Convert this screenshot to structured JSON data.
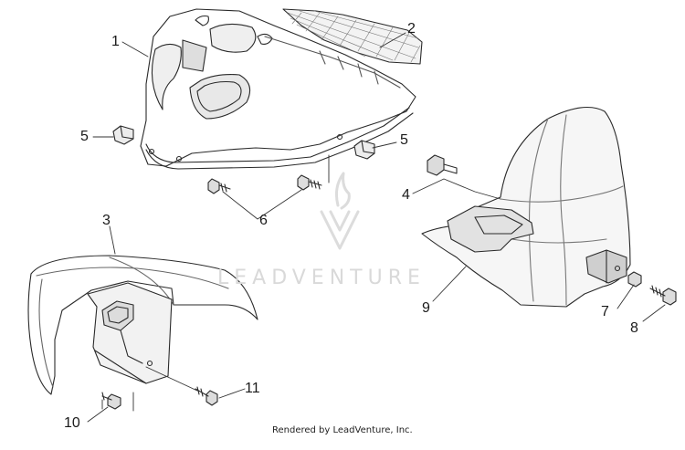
{
  "diagram": {
    "callouts": [
      {
        "id": "c1",
        "label": "1"
      },
      {
        "id": "c2",
        "label": "2"
      },
      {
        "id": "c3",
        "label": "3"
      },
      {
        "id": "c4",
        "label": "4"
      },
      {
        "id": "c5a",
        "label": "5"
      },
      {
        "id": "c5b",
        "label": "5"
      },
      {
        "id": "c6",
        "label": "6"
      },
      {
        "id": "c7",
        "label": "7"
      },
      {
        "id": "c8",
        "label": "8"
      },
      {
        "id": "c9",
        "label": "9"
      },
      {
        "id": "c10",
        "label": "10"
      },
      {
        "id": "c11",
        "label": "11"
      }
    ],
    "watermark": "LEADVENTURE",
    "credit": "Rendered by LeadVenture, Inc.",
    "colors": {
      "stroke": "#2a2a2a",
      "shade": "#e4e4e4",
      "watermark": "#dadada"
    }
  }
}
